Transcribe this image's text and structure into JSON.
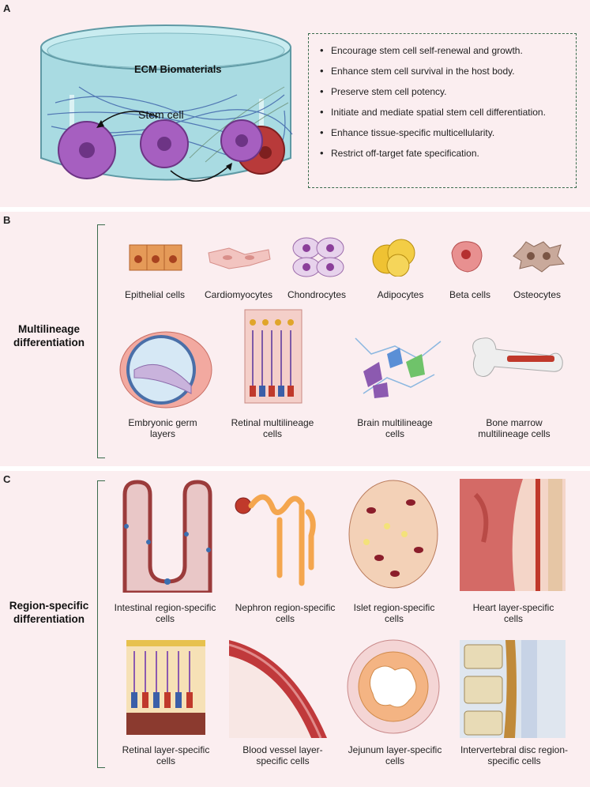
{
  "panelA": {
    "label": "A",
    "dish_title": "ECM Biomaterials",
    "stem_cell_label": "Stem cell",
    "bullets": [
      "Encourage stem cell self-renewal and growth.",
      "Enhance stem cell survival in the host body.",
      "Preserve stem cell potency.",
      "Initiate and mediate spatial stem cell differentiation.",
      "Enhance tissue-specific multicellularity.",
      "Restrict off-target fate specification."
    ]
  },
  "panelB": {
    "label": "B",
    "side_label": [
      "Multilineage",
      "differentiation"
    ],
    "row1": [
      "Epithelial cells",
      "Cardiomyocytes",
      "Chondrocytes",
      "Adipocytes",
      "Beta cells",
      "Osteocytes"
    ],
    "row2": [
      [
        "Embryonic germ",
        "layers"
      ],
      [
        "Retinal multilineage",
        "cells"
      ],
      [
        "Brain multilineage",
        "cells"
      ],
      [
        "Bone marrow",
        "multilineage cells"
      ]
    ]
  },
  "panelC": {
    "label": "C",
    "side_label": [
      "Region-specific",
      "differentiation"
    ],
    "row1": [
      [
        "Intestinal region-specific",
        "cells"
      ],
      [
        "Nephron region-specific",
        "cells"
      ],
      [
        "Islet region-specific",
        "cells"
      ],
      [
        "Heart layer-specific",
        "cells"
      ]
    ],
    "row2": [
      [
        "Retinal layer-specific",
        "cells"
      ],
      [
        "Blood vessel layer-",
        "specific cells"
      ],
      [
        "Jejunum layer-specific",
        "cells"
      ],
      [
        "Intervertebral disc region-",
        "specific cells"
      ]
    ]
  },
  "colors": {
    "panel_bg": "#fbeef0",
    "bracket": "#3a6b4c",
    "stem_cell": "#9b59b6",
    "differentiated_cell": "#b83a3a",
    "dish": "#8fcfd8"
  }
}
